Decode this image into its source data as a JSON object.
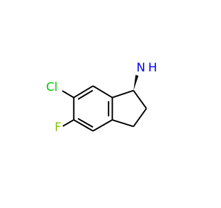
{
  "molecule": {
    "atoms": {
      "amine_n": "N",
      "amine_h": "H",
      "halogen_cl": "Cl",
      "halogen_f": "F"
    },
    "colors": {
      "bond": "#000000",
      "nitrogen": "#0000ff",
      "chlorine": "#00cc00",
      "fluorine": "#80c300"
    }
  }
}
